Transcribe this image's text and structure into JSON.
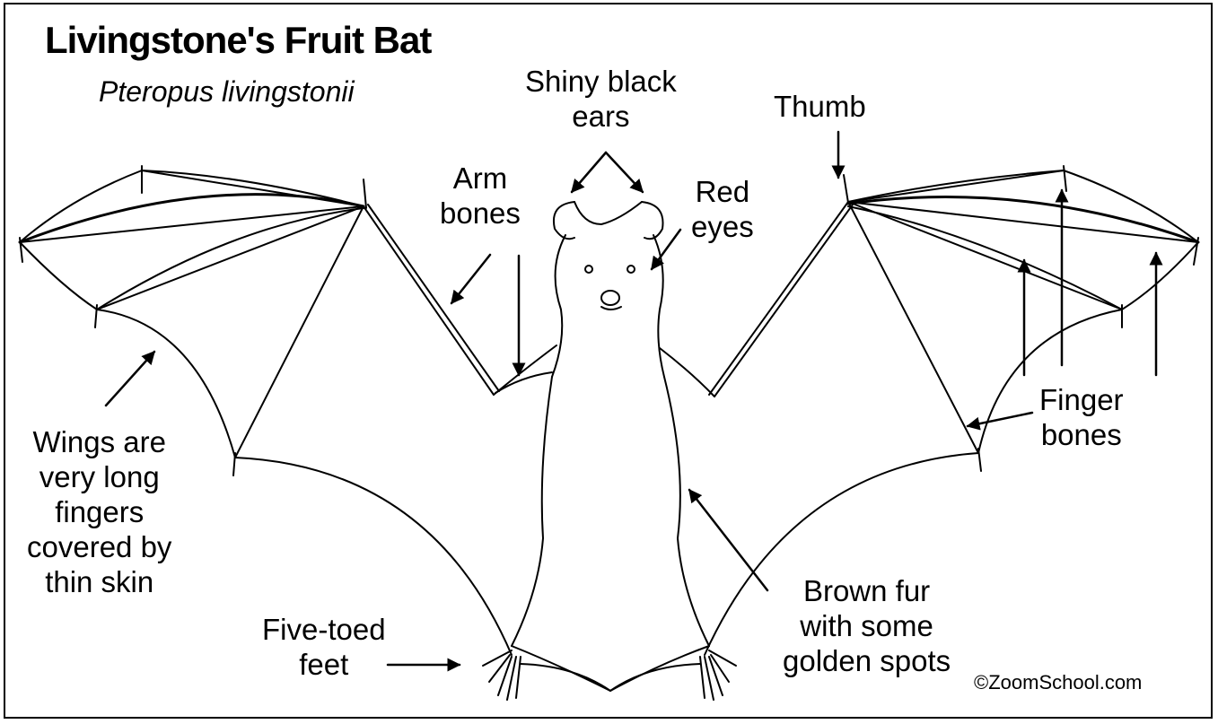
{
  "title": "Livingstone's Fruit Bat",
  "subtitle": "Pteropus livingstonii",
  "labels": {
    "ears": "Shiny black\nears",
    "thumb": "Thumb",
    "arm_bones": "Arm\nbones",
    "eyes": "Red\neyes",
    "wings": "Wings are\nvery long\nfingers\ncovered by\nthin skin",
    "finger_bones": "Finger\nbones",
    "feet": "Five-toed\nfeet",
    "fur": "Brown fur\nwith some\ngolden spots"
  },
  "credit": "©ZoomSchool.com",
  "colors": {
    "line": "#000000",
    "background": "#ffffff"
  }
}
